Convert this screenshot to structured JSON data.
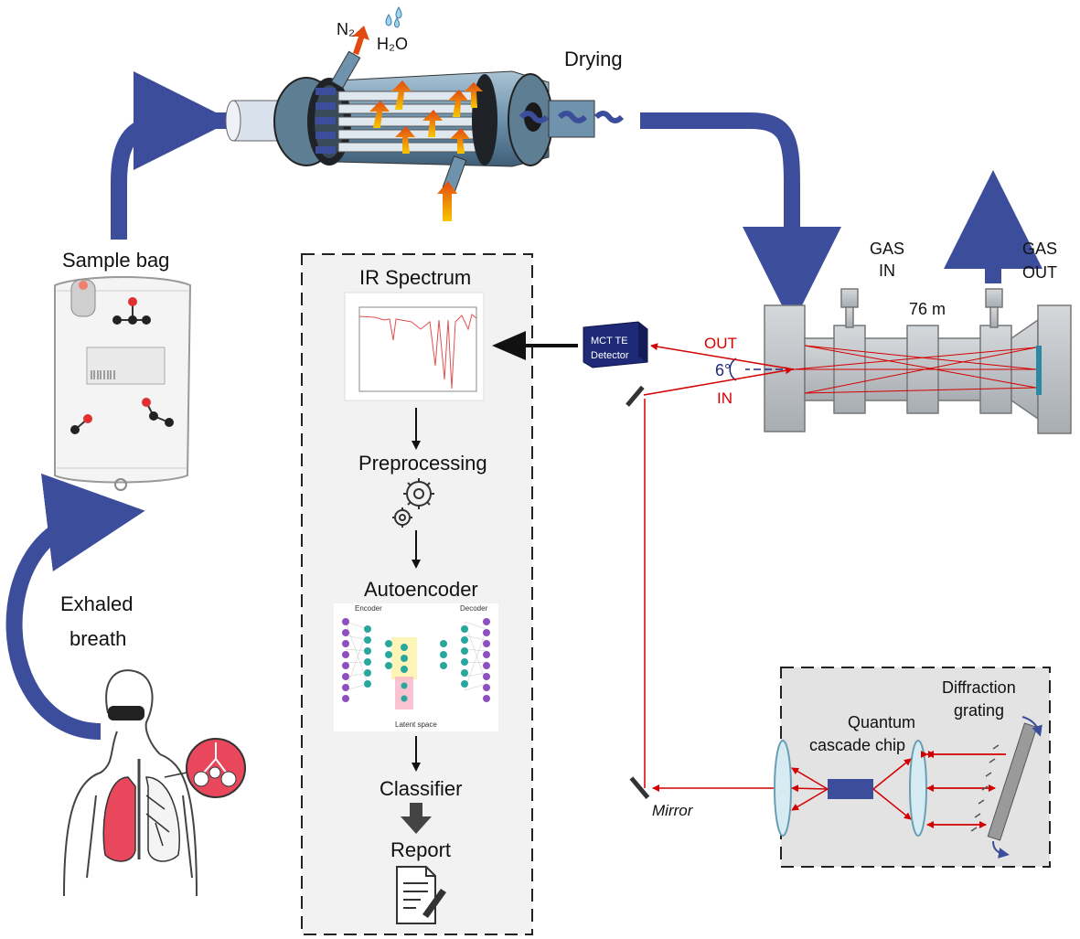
{
  "labels": {
    "n2": "N₂",
    "h2o": "H₂O",
    "drying": "Drying",
    "sample_bag": "Sample bag",
    "exhaled_line1": "Exhaled",
    "exhaled_line2": "breath",
    "ir_spectrum": "IR Spectrum",
    "preprocessing": "Preprocessing",
    "autoencoder": "Autoencoder",
    "classifier": "Classifier",
    "report": "Report",
    "detector_line1": "MCT TE",
    "detector_line2": "Detector",
    "gas_in_line1": "GAS",
    "gas_in_line2": "IN",
    "gas_out_line1": "GAS",
    "gas_out_line2": "OUT",
    "path_length": "76 m",
    "beam_out": "OUT",
    "beam_in": "IN",
    "angle": "6°",
    "mirror": "Mirror",
    "qc_line1": "Quantum",
    "qc_line2": "cascade chip",
    "grating_line1": "Diffraction",
    "grating_line2": "grating"
  },
  "autoencoder_labels": {
    "encoder": "Encoder",
    "decoder": "Decoder",
    "latent": "Latent space"
  },
  "colors": {
    "flow_arrow": "#3c4e9b",
    "laser": "#d40000",
    "lung": "#e8475c",
    "cell": "#c4c8cc",
    "detector": "#1e2a78",
    "panel_bg": "#f2f2f2"
  }
}
